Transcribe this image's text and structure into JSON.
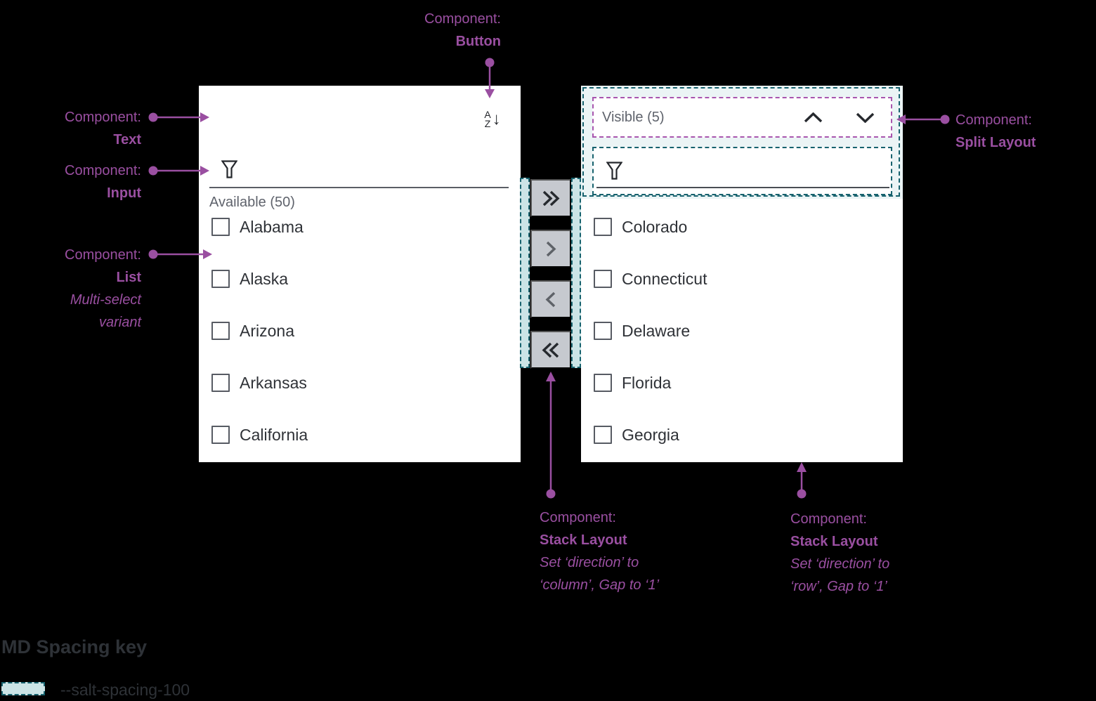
{
  "left_panel": {
    "title": "Available (50)",
    "filter": {
      "value": ""
    },
    "items": [
      "Alabama",
      "Alaska",
      "Arizona",
      "Arkansas",
      "California"
    ]
  },
  "right_panel": {
    "title": "Visible (5)",
    "filter": {
      "value": ""
    },
    "items": [
      "Colorado",
      "Connecticut",
      "Delaware",
      "Florida",
      "Georgia"
    ]
  },
  "sort_icon": {
    "top": "A",
    "bottom": "Z",
    "arrow": "↓"
  },
  "annotations": {
    "button": {
      "prefix": "Component:",
      "name": "Button"
    },
    "text": {
      "prefix": "Component:",
      "name": "Text"
    },
    "input": {
      "prefix": "Component:",
      "name": "Input"
    },
    "list": {
      "prefix": "Component:",
      "name": "List",
      "variant_line1": "Multi-select",
      "variant_line2": "variant"
    },
    "split_layout": {
      "prefix": "Component:",
      "name": "Split Layout"
    },
    "stack_column": {
      "prefix": "Component:",
      "name": "Stack Layout",
      "detail_line1": "Set ‘direction’ to",
      "detail_line2": "‘column’, Gap to ‘1’"
    },
    "stack_row": {
      "prefix": "Component:",
      "name": "Stack Layout",
      "detail_line1": "Set ‘direction’ to",
      "detail_line2": "‘row’, Gap to ‘1’"
    }
  },
  "spacing_key": {
    "title": "MD Spacing key",
    "token": "--salt-spacing-100"
  },
  "colors": {
    "annotation_purple": "#9A4FA1",
    "split_layout_border_purple": "#A855AE",
    "spacing_teal_fill": "#CBE4E6",
    "spacing_teal_border": "#17626E",
    "spacing_teal_light": "#EBF4F5",
    "panel_background": "#FFFFFF",
    "page_background": "#000000",
    "button_background": "#C6C9CF"
  }
}
